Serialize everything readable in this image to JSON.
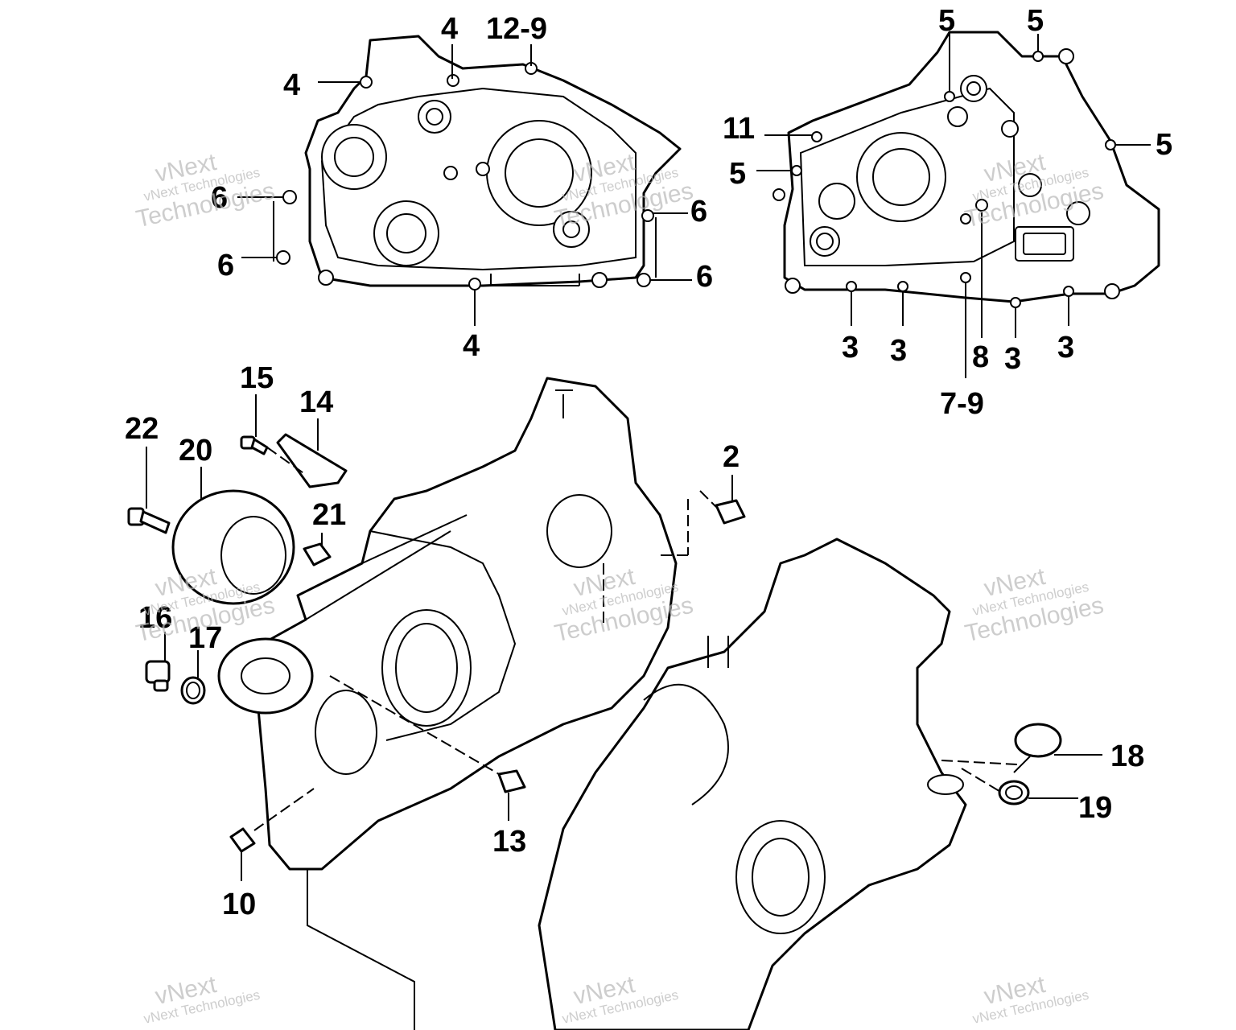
{
  "watermark": {
    "line1": "vNext",
    "line2": "vNext Technologies",
    "line3": "Technologies"
  },
  "callouts": {
    "c4a": "4",
    "c4b": "4",
    "c12_9": "12-9",
    "c6a": "6",
    "c6b": "6",
    "c6c": "6",
    "c6d": "6",
    "c4c": "4",
    "c5a": "5",
    "c5b": "5",
    "c11": "11",
    "c5c": "5",
    "c5d": "5",
    "c3a": "3",
    "c3b": "3",
    "c8": "8",
    "c3c": "3",
    "c3d": "3",
    "c7_9": "7-9",
    "c15": "15",
    "c14": "14",
    "c22": "22",
    "c20": "20",
    "c2": "2",
    "c21": "21",
    "c16": "16",
    "c17": "17",
    "c18": "18",
    "c19": "19",
    "c13": "13",
    "c10": "10"
  }
}
